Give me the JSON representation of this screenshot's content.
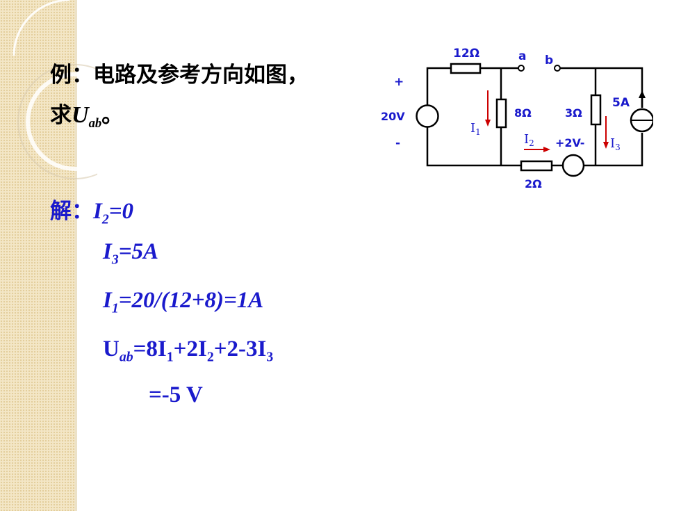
{
  "question": {
    "prefix": "例：电路及参考方向如图，",
    "line2_prefix": "求",
    "var_main": "U",
    "var_sub": "ab",
    "line2_suffix": "。"
  },
  "solution": {
    "label": "解",
    "colon": "：",
    "lines": [
      {
        "main": "I",
        "sub": "2",
        "rest": "=0"
      },
      {
        "main": "I",
        "sub": "3",
        "rest": "=5A"
      },
      {
        "main": "I",
        "sub": "1",
        "rest": "=20/(12+8)=1A"
      }
    ],
    "uab": {
      "main": "U",
      "sub": "ab",
      "rest": "=8I",
      "s1": "1",
      "r2": "+2I",
      "s2": "2",
      "r3": "+2-3I",
      "s3": "3"
    },
    "result": "=-5 V"
  },
  "circuit": {
    "r_top": "12Ω",
    "node_a": "a",
    "node_b": "b",
    "plus": "+",
    "minus": "-",
    "source_v": "20V",
    "r_mid": "8Ω",
    "r_right": "3Ω",
    "source_i": "5A",
    "r_bottom": "2Ω",
    "source_2v": "+2V-",
    "i1": "I",
    "i1_sub": "1",
    "i2": "I",
    "i2_sub": "2",
    "i3": "I",
    "i3_sub": "3"
  },
  "colors": {
    "text": "#000000",
    "accent": "#1a1acc",
    "arrow": "#cc0000",
    "wire": "#000000",
    "sidebar": "#f3e6c6"
  }
}
